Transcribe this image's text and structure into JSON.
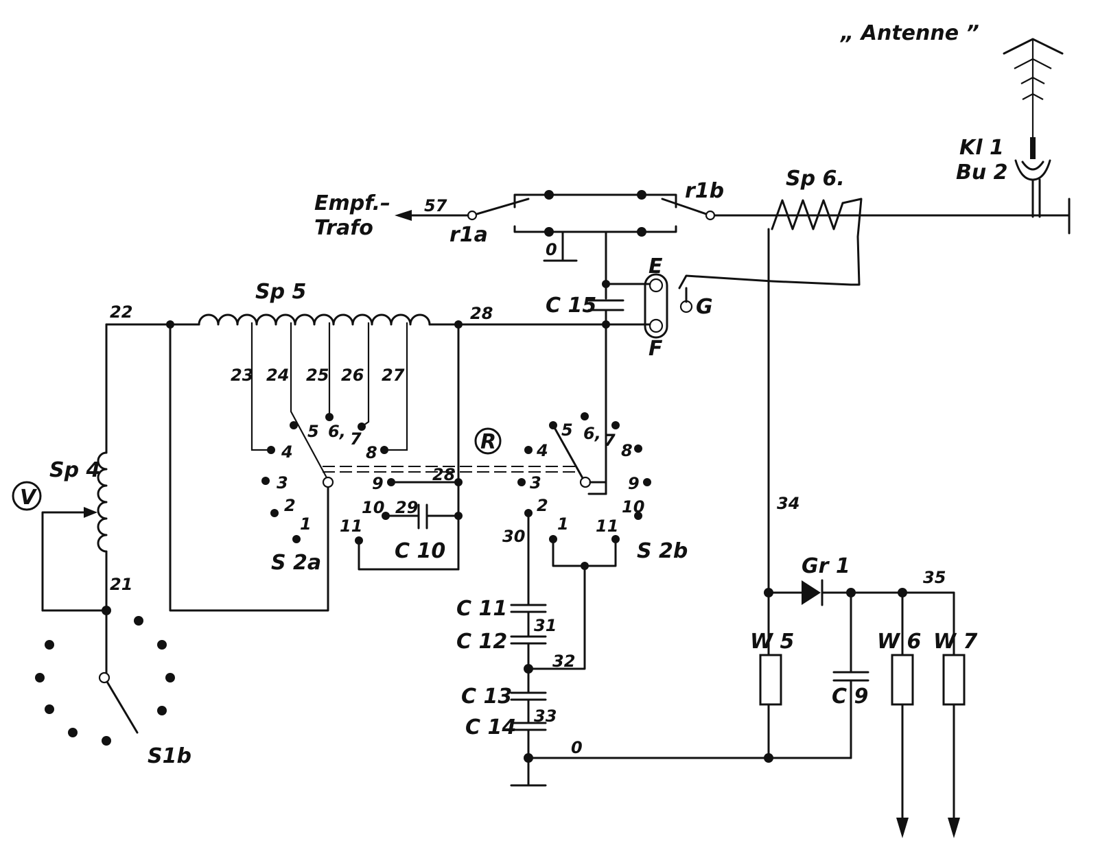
{
  "diagram": {
    "antenna_label": "„ Antenne ”",
    "kl_label": "Kl 1",
    "bu_label": "Bu 2",
    "sp6_label": "Sp 6.",
    "r1b_label": "r1b",
    "r1a_label": "r1a",
    "empf_label": "Empf.–",
    "trafo_label": "Trafo",
    "n57": "57",
    "zero_top": "0",
    "e_label": "E",
    "f_label": "F",
    "g_label": "G",
    "c15_label": "C 15",
    "sp5_label": "Sp 5",
    "n22": "22",
    "n28_top": "28",
    "n23": "23",
    "n24": "24",
    "n25": "25",
    "n26": "26",
    "n27": "27",
    "sp4_label": "Sp 4",
    "v_label": "V",
    "n21": "21",
    "s1b_label": "S1b",
    "s2a_label": "S 2a",
    "s2b_label": "S 2b",
    "r_label": "R",
    "c10_label": "C 10",
    "n28_mid": "28",
    "n29": "29",
    "a_4": "4",
    "a_5": "5",
    "a_6": "6,",
    "a_7": "7",
    "a_8": "8",
    "a_3": "3",
    "a_2": "2",
    "a_1": "1",
    "a_9": "9",
    "a_10": "10",
    "a_11": "11",
    "b_5": "5",
    "b_6": "6,",
    "b_7": "7",
    "b_8": "8",
    "b_4": "4",
    "b_3": "3",
    "b_2": "2",
    "b_1": "1",
    "b_9": "9",
    "b_10": "10",
    "b_11": "11",
    "n30": "30",
    "c11_label": "C 11",
    "c12_label": "C 12",
    "n31": "31",
    "n32": "32",
    "c13_label": "C 13",
    "c14_label": "C 14",
    "n33": "33",
    "zero_bottom": "0",
    "n34": "34",
    "gr1_label": "Gr 1",
    "n35": "35",
    "w5_label": "W 5",
    "w6_label": "W 6",
    "w7_label": "W 7",
    "c9_label": "C 9"
  }
}
